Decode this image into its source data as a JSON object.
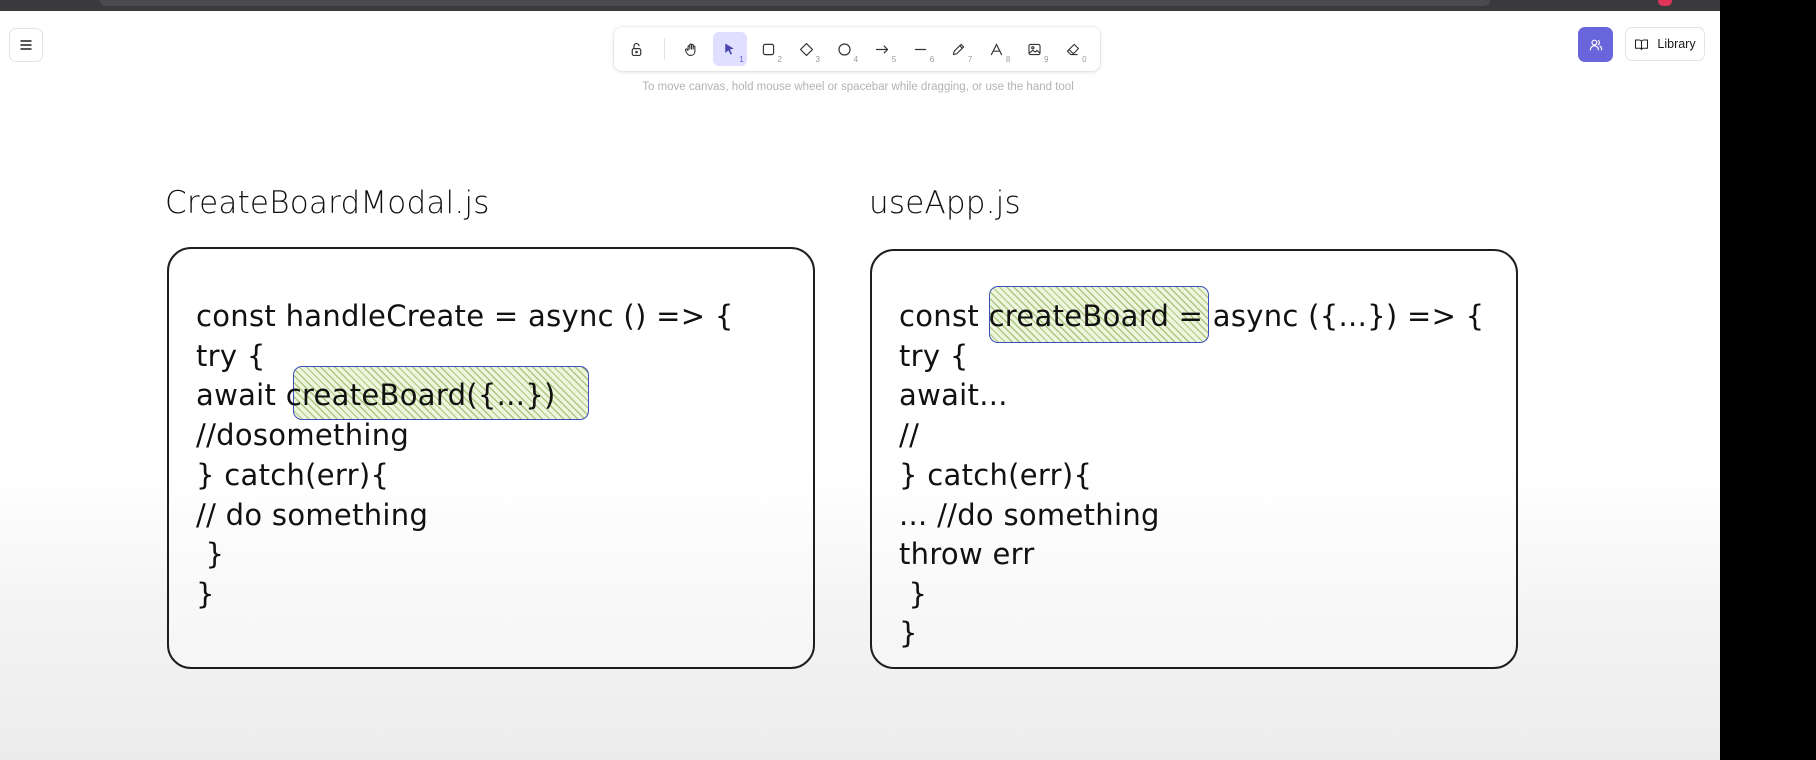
{
  "toolbar": {
    "tools": [
      {
        "name": "lock",
        "key": ""
      },
      {
        "name": "hand",
        "key": ""
      },
      {
        "name": "selection",
        "key": "1"
      },
      {
        "name": "rectangle",
        "key": "2"
      },
      {
        "name": "diamond",
        "key": "3"
      },
      {
        "name": "ellipse",
        "key": "4"
      },
      {
        "name": "arrow",
        "key": "5"
      },
      {
        "name": "line",
        "key": "6"
      },
      {
        "name": "draw",
        "key": "7"
      },
      {
        "name": "text",
        "key": "8"
      },
      {
        "name": "image",
        "key": "9"
      },
      {
        "name": "eraser",
        "key": "0"
      }
    ],
    "active_tool": "selection"
  },
  "hint": "To move canvas, hold mouse wheel or spacebar while dragging, or use the hand tool",
  "library_label": "Library",
  "accent_color": "#6965db",
  "left": {
    "title": "CreateBoardModal.js",
    "lines": [
      "const handleCreate = async () => {",
      "try {",
      "await createBoard({...})",
      "//dosomething",
      "} catch(err){",
      "// do something",
      " }",
      "}"
    ],
    "highlight": "createBoard({...})"
  },
  "right": {
    "title": "useApp.js",
    "lines": [
      "const createBoard = async ({...}) => {",
      "try {",
      "await...",
      "//",
      "} catch(err){",
      "... //do something",
      "throw err",
      " }",
      "}"
    ],
    "highlight": "createBoard"
  }
}
